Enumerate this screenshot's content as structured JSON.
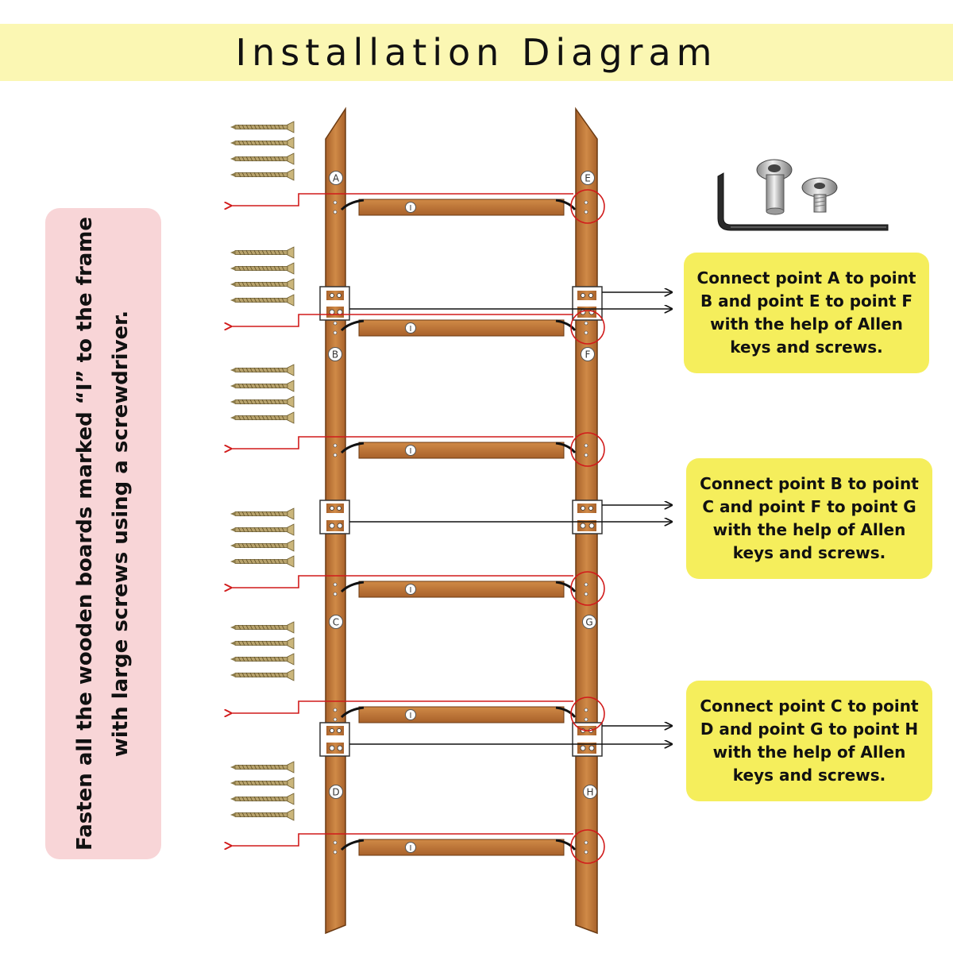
{
  "title": "Installation Diagram",
  "side_instruction": "Fasten all the wooden boards marked “I” to the frame with large screws using a screwdriver.",
  "callouts": [
    "Connect point A to point B and point E to point F with the help of Allen keys and screws.",
    "Connect point B to point C and point F to point G with the help of Allen keys and screws.",
    "Connect point C to point D and point G to point H with the help of Allen keys and screws."
  ],
  "left_labels": [
    "A",
    "B",
    "C",
    "D"
  ],
  "right_labels": [
    "E",
    "F",
    "G",
    "H"
  ],
  "board_label": "I",
  "colors": {
    "title_band": "#fbf7b3",
    "side_note": "#f8d5d7",
    "callout": "#f5ee5c",
    "wood": "#c27a3b",
    "arrow_red": "#d11a1a"
  },
  "icons": [
    "screw-icon",
    "allen-key-icon",
    "barrel-nut-icon",
    "bolt-icon"
  ]
}
